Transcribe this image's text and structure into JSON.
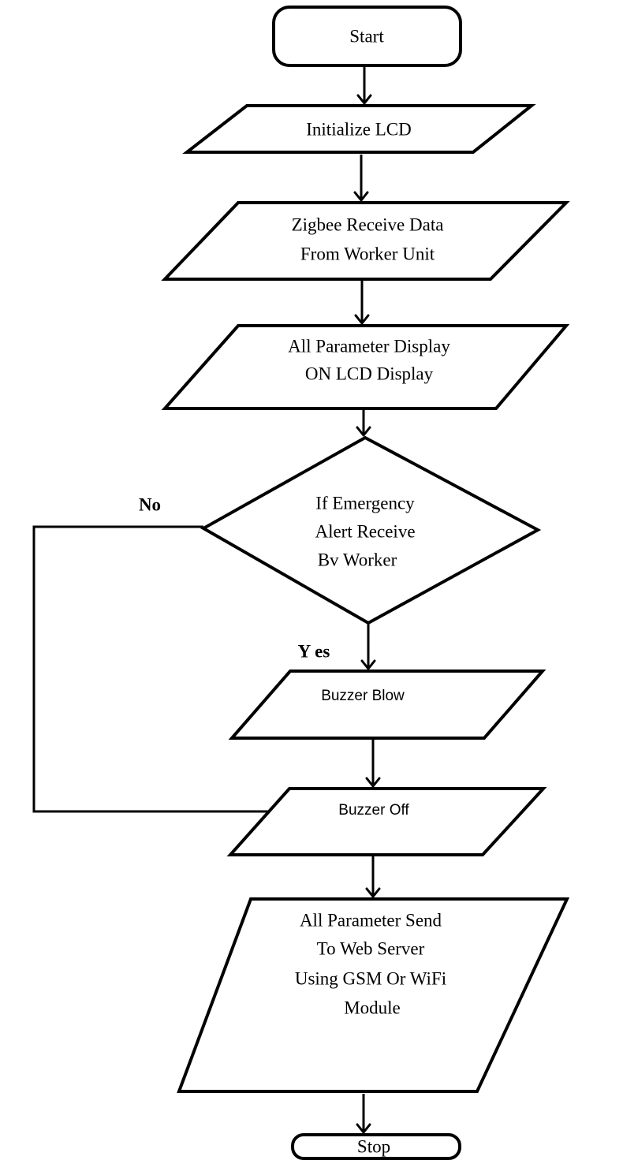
{
  "flowchart": {
    "start": "Start",
    "init_lcd": "Initialize LCD",
    "zigbee": [
      "Zigbee Receive Data",
      "From Worker Unit"
    ],
    "display": [
      "All Parameter Display",
      "ON LCD Display"
    ],
    "decision": [
      "If Emergency",
      "Alert Receive",
      "Bv Worker"
    ],
    "no_label": "No",
    "yes_label": "Y es",
    "buzzer_blow": "Buzzer Blow",
    "buzzer_off": "Buzzer Off",
    "send": [
      "All Parameter Send",
      "To Web Server",
      "Using GSM Or WiFi",
      "Module"
    ],
    "stop": "Stop"
  }
}
